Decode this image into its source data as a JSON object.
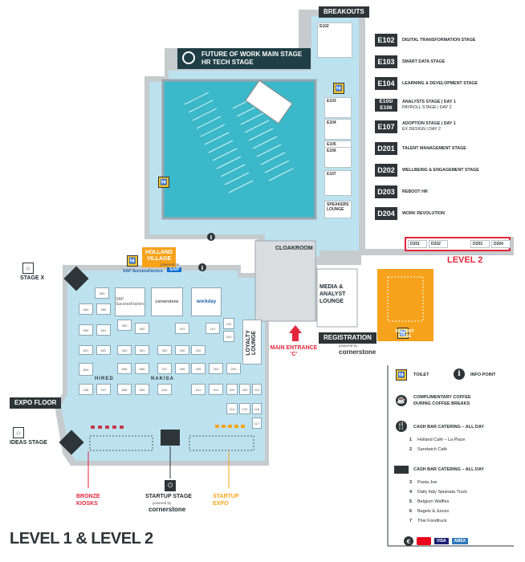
{
  "title": "LEVEL 1 & LEVEL 2",
  "level2_label": "LEVEL 2",
  "labels": {
    "breakouts": "BREAKOUTS",
    "main_stage_line1": "FUTURE OF WORK MAIN STAGE",
    "main_stage_line2": "HR TECH STAGE",
    "holland_village_line1": "HOLLAND",
    "holland_village_line2": "VILLAGE",
    "powered_by": "powered by",
    "sap_successfactors": "SAP SuccessFactors",
    "sap": "SAP",
    "cloakroom": "CLOAKROOM",
    "media_lounge": "MEDIA & ANALYST LOUNGE",
    "loyalty_lounge": "LOYALTY LOUNGE",
    "registration": "REGISTRATION",
    "main_entrance": "MAIN ENTRANCE 'C'",
    "cornerstone": "cornerstone",
    "irecruit_stage": "IRECRUIT STAGE",
    "speakers_lounge": "SPEAKERS LOUNGE",
    "stage_x": "STAGE X",
    "expo_floor": "EXPO FLOOR",
    "ideas_stage": "IDEAS STAGE",
    "bronze_kiosks": "BRONZE KIOSKS",
    "startup_stage": "STARTUP STAGE",
    "startup_expo": "STARTUP EXPO",
    "hired": "HIRED",
    "nakisa": "NAKISA",
    "workday": "workday",
    "cornerstone_booth": "cornerstone"
  },
  "breakout_rooms": [
    "E102",
    "E103",
    "E104",
    "E105",
    "E106",
    "E107"
  ],
  "level2_rooms": [
    "D201",
    "D202",
    "D203",
    "D204"
  ],
  "stage_legend": [
    {
      "code": "E102",
      "name": "DIGITAL TRANSFORMATION STAGE",
      "extra": ""
    },
    {
      "code": "E103",
      "name": "SMART DATA STAGE",
      "extra": ""
    },
    {
      "code": "E104",
      "name": "LEARNING & DEVELOPMENT STAGE",
      "extra": ""
    },
    {
      "code": "E105/ E106",
      "name": "ANALYSTS STAGE | DAY 1",
      "extra": "PAYROLL STAGE | DAY 2"
    },
    {
      "code": "E107",
      "name": "ADOPTION STAGE | DAY 1",
      "extra": "EX DESIGN | DAY 2"
    },
    {
      "code": "D201",
      "name": "TALENT MANAGEMENT STAGE",
      "extra": ""
    },
    {
      "code": "D202",
      "name": "WELLBEING & ENGAGEMENT STAGE",
      "extra": ""
    },
    {
      "code": "D203",
      "name": "REBOOT HR",
      "extra": ""
    },
    {
      "code": "D204",
      "name": "WORK REVOLUTION",
      "extra": ""
    }
  ],
  "legend": {
    "toilet": "TOILET",
    "info_point": "INFO POINT",
    "coffee_line1": "COMPLIMENTARY COFFEE",
    "coffee_line2": "DURING COFFEE BREAKS",
    "cash_bar_1": "CASH BAR CATERING – ALL DAY",
    "cash_bar_2": "CASH BAR CATERING – ALL DAY",
    "catering_1": [
      {
        "num": "1",
        "name": "Holland Café – La Place"
      },
      {
        "num": "2",
        "name": "Sandwich Café"
      }
    ],
    "catering_2": [
      {
        "num": "3",
        "name": "Pasta Joe"
      },
      {
        "num": "4",
        "name": "Daily Italy Spianata Truck"
      },
      {
        "num": "5",
        "name": "Belgium Waffles"
      },
      {
        "num": "6",
        "name": "Bagels & Juices"
      },
      {
        "num": "7",
        "name": "Thai Foodtruck"
      }
    ],
    "payments": [
      "€",
      "VISA",
      "AMEX"
    ]
  },
  "booth_numbers": [
    "550",
    "600",
    "560",
    "400",
    "500",
    "501",
    "502",
    "402",
    "201",
    "101",
    "102",
    "103",
    "601",
    "602",
    "403",
    "301",
    "300",
    "200",
    "100",
    "604",
    "605",
    "606",
    "207",
    "206",
    "205",
    "204",
    "203",
    "106",
    "107",
    "608",
    "609",
    "610",
    "611",
    "612",
    "220",
    "230",
    "113",
    "114",
    "115",
    "116",
    "117"
  ],
  "colors": {
    "floor": "#bde2ef",
    "stage": "#3bb8c9",
    "dark": "#2e3538",
    "orange": "#f7a21b",
    "red": "#e2263b",
    "yellow": "#f4c430"
  }
}
